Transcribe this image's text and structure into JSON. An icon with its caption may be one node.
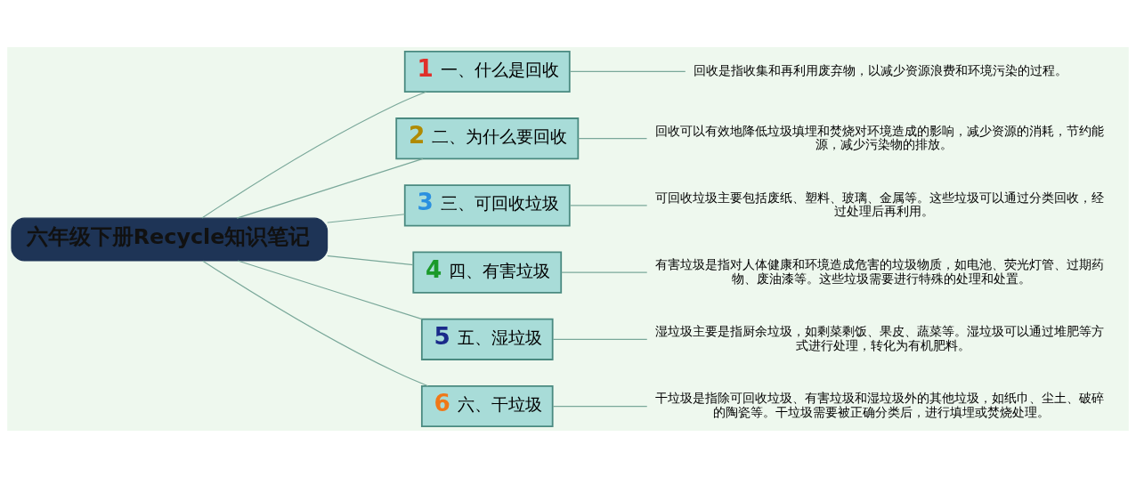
{
  "diagram": {
    "nodes": [
      {
        "text": [
          "六年级下册Recycle知识笔记"
        ]
      },
      {
        "text": [
          "1",
          "一、什么是回收"
        ]
      },
      {
        "text": [
          "回收是指收集和再利用废弃物，以减少资源浪费和环境污染的过程。"
        ]
      },
      {
        "text": [
          "2",
          "二、为什么要回收"
        ]
      },
      {
        "text": [
          "回收可以有效地降低垃圾填埋和焚烧对环境造成的影响，减少资源的消耗，节约能源，减少污染物的排放。"
        ]
      },
      {
        "text": [
          "3",
          "三、可回收垃圾"
        ]
      },
      {
        "text": [
          "可回收垃圾主要包括废纸、塑料、玻璃、金属等。这些垃圾可以通过分类回收，经过处理后再利用。"
        ]
      },
      {
        "text": [
          "4",
          "四、有害垃圾"
        ]
      },
      {
        "text": [
          "有害垃圾是指对人体健康和环境造成危害的垃圾物质，如电池、荧光灯管、过期药物、废油漆等。这些垃圾需要进行特殊的处理和处置。"
        ]
      },
      {
        "text": [
          "5",
          "五、湿垃圾"
        ]
      },
      {
        "text": [
          "湿垃圾主要是指厨余垃圾，如剩菜剩饭、果皮、蔬菜等。湿垃圾可以通过堆肥等方式进行处理，转化为有机肥料。"
        ]
      },
      {
        "text": [
          "6",
          "六、干垃圾"
        ]
      },
      {
        "text": [
          "干垃圾是指除可回收垃圾、有害垃圾和湿垃圾外的其他垃圾，如纸巾、尘土、破碎的陶瓷等。干垃圾需要被正确分类后，进行填埋或焚烧处理。"
        ]
      }
    ],
    "edges": [
      {
        "from": 0,
        "to": 1,
        "arrow": "none"
      },
      {
        "from": 0,
        "to": 3,
        "arrow": "none"
      },
      {
        "from": 0,
        "to": 5,
        "arrow": "none"
      },
      {
        "from": 0,
        "to": 7,
        "arrow": "none"
      },
      {
        "from": 0,
        "to": 9,
        "arrow": "none"
      },
      {
        "from": 0,
        "to": 11,
        "arrow": "none"
      },
      {
        "from": 1,
        "to": 2,
        "arrow": "none"
      },
      {
        "from": 3,
        "to": 4,
        "arrow": "none"
      },
      {
        "from": 5,
        "to": 6,
        "arrow": "none"
      },
      {
        "from": 7,
        "to": 8,
        "arrow": "none"
      },
      {
        "from": 9,
        "to": 10,
        "arrow": "none"
      },
      {
        "from": 11,
        "to": 12,
        "arrow": "none"
      }
    ]
  }
}
